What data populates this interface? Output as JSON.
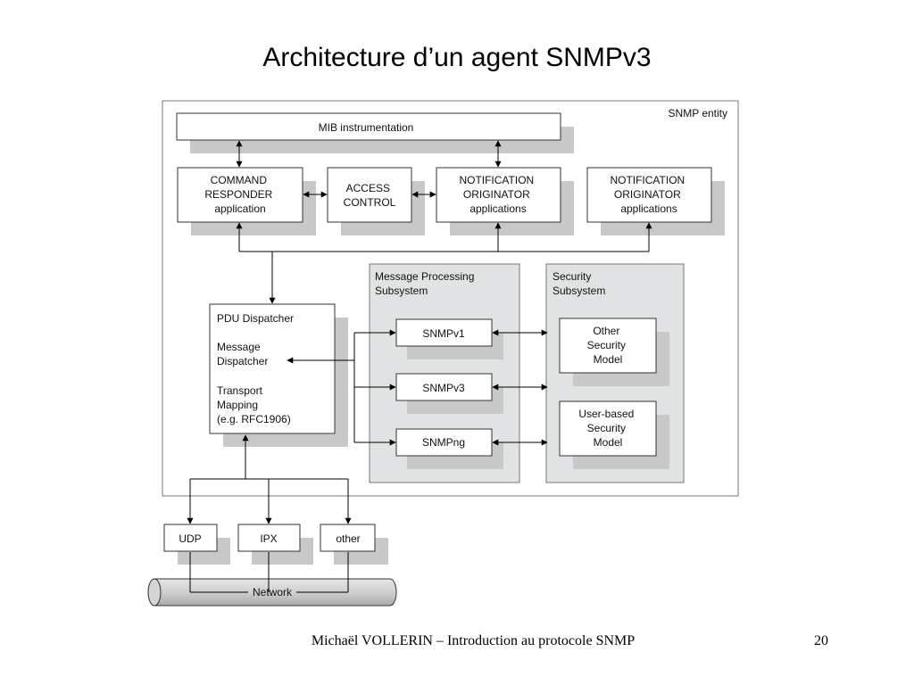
{
  "title": "Architecture d’un agent SNMPv3",
  "diagram": {
    "snmp_entity_label": "SNMP entity",
    "mib_instrumentation": "MIB instrumentation",
    "command_responder": [
      "COMMAND",
      "RESPONDER",
      "application"
    ],
    "access_control": [
      "ACCESS",
      "CONTROL"
    ],
    "notification_originator_1": [
      "NOTIFICATION",
      "ORIGINATOR",
      "applications"
    ],
    "notification_originator_2": [
      "NOTIFICATION",
      "ORIGINATOR",
      "applications"
    ],
    "pdu_dispatcher": [
      "PDU Dispatcher",
      "",
      "Message",
      "Dispatcher",
      "",
      "Transport",
      "Mapping",
      "(e.g. RFC1906)"
    ],
    "message_processing": {
      "title": [
        "Message Processing",
        "Subsystem"
      ],
      "models": [
        "SNMPv1",
        "SNMPv3",
        "SNMPng"
      ]
    },
    "security": {
      "title": [
        "Security",
        "Subsystem"
      ],
      "other_model": [
        "Other",
        "Security",
        "Model"
      ],
      "usm": [
        "User-based",
        "Security",
        "Model"
      ]
    },
    "transports": [
      "UDP",
      "IPX",
      "other"
    ],
    "network_label": "Network"
  },
  "footer": {
    "text": "Michaël VOLLERIN – Introduction au protocole SNMP",
    "page": "20"
  }
}
